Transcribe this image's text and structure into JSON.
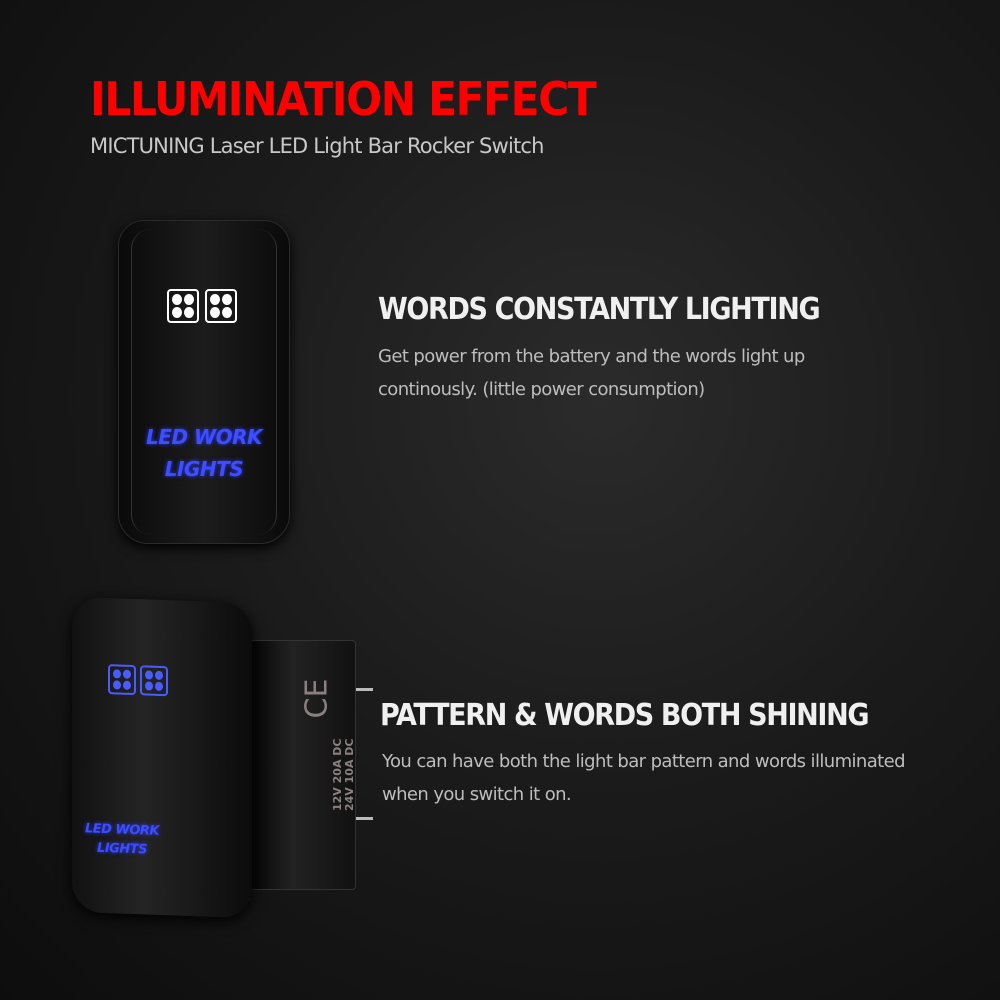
{
  "header": {
    "title": "ILLUMINATION EFFECT",
    "subtitle": "MICTUNING Laser LED Light Bar Rocker Switch"
  },
  "colors": {
    "title": "#ff0000",
    "led_blue": "#3d4dff",
    "background": "#1b1b1b"
  },
  "feature1": {
    "heading": "WORDS CONSTANTLY LIGHTING",
    "line1": "Get power from the battery and the  words light up",
    "line2": "continously. (little power consumption)"
  },
  "feature2": {
    "heading": "PATTERN & WORDS BOTH SHINING",
    "line1": "You can have both the light bar pattern and words illuminated",
    "line2": "when you switch it on."
  },
  "switch_label": {
    "line1": "LED WORK",
    "line2": "LIGHTS"
  },
  "switch_side": {
    "mark": "CE",
    "rating1": "12V    20A  DC",
    "rating2": "24V    10A  DC"
  },
  "icons": [
    "light-bar-icon"
  ]
}
